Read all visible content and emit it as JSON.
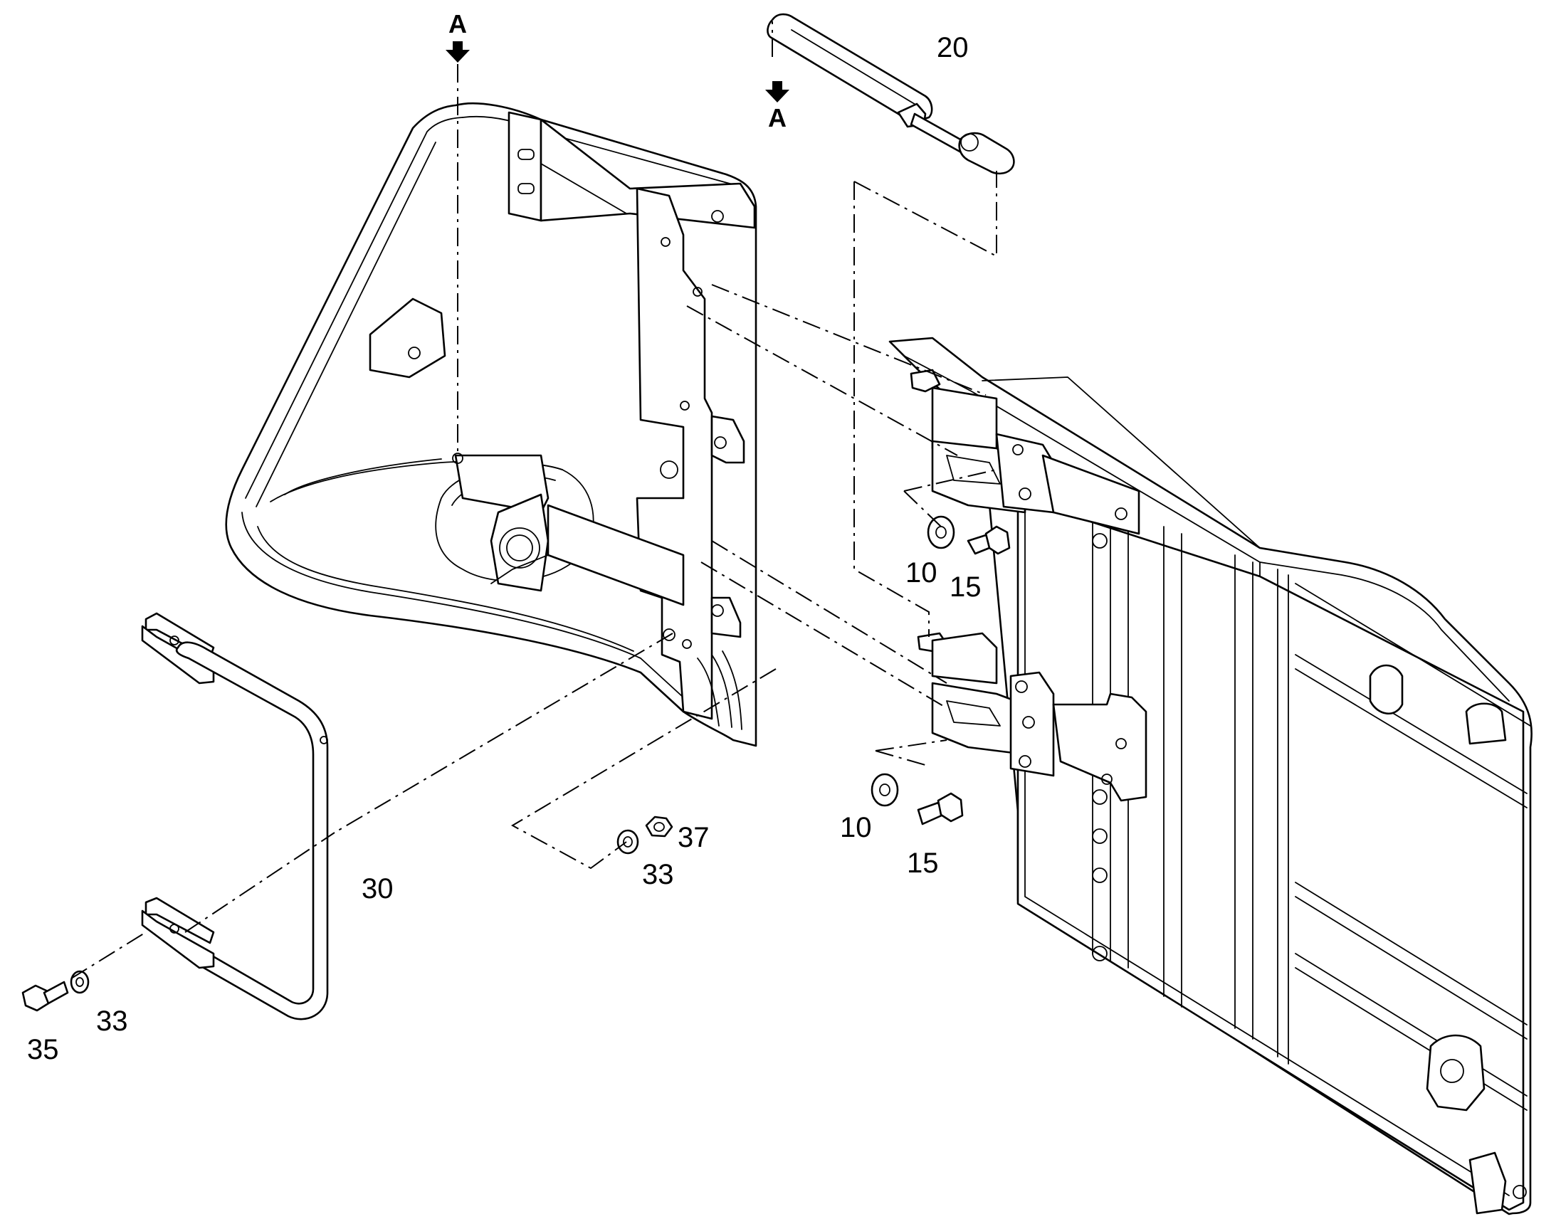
{
  "callouts": {
    "view_marker_top": "A",
    "view_marker_strut": "A",
    "gas_strut": "20",
    "washer_upper_right": "10",
    "bolt_upper_right": "15",
    "washer_lower_right": "10",
    "bolt_lower_right": "15",
    "nut_center": "37",
    "washer_center": "33",
    "handle_bar": "30",
    "washer_left": "33",
    "bolt_left": "35"
  },
  "colors": {
    "line": "#000000",
    "background": "#ffffff"
  }
}
